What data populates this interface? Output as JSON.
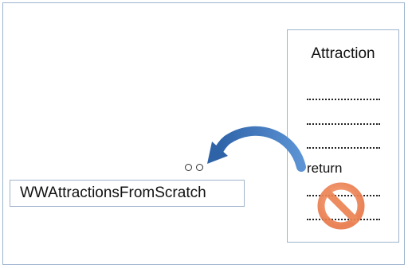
{
  "function_box": {
    "title": "Attraction",
    "return_label": "return"
  },
  "caller_box": {
    "label": "WWAttractionsFromScratch"
  },
  "icons": {
    "arrow": "curved-return-arrow-icon",
    "prohibited": "no-entry-icon",
    "eyes": "two-small-circles-icon"
  },
  "colors": {
    "arrow": "#3c73b8",
    "prohibited": "#f08c5a",
    "border": "#9fb3cc"
  }
}
